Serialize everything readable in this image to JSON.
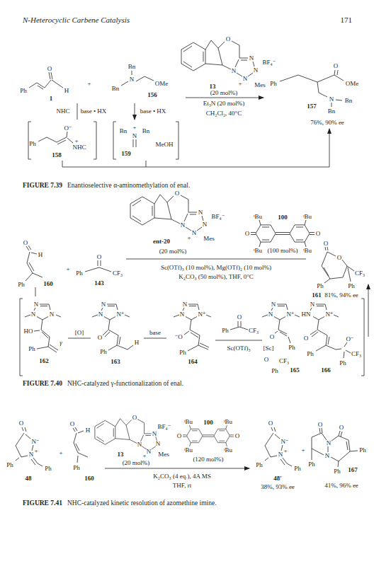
{
  "diagram": {
    "labels": [
      "N-Heterocyclic Carbene Catalysis",
      "171",
      "O",
      "Ph",
      "H",
      "1",
      "+",
      "Bn",
      "N",
      "Bn",
      "OMe",
      "156",
      "O",
      "N",
      "N",
      "N",
      "N",
      "+",
      "Mes",
      "BF₄⁻",
      "13",
      "(20 mol%)",
      "Et₃N (20 mol%)",
      "CH₂Cl₂, 40°C",
      "O",
      "Ph",
      "OMe",
      "N",
      "Bn",
      "Bn",
      "157",
      "76%, 90% ee",
      "NHC",
      "base • HX",
      "base • HX",
      "O⁻",
      "Ph",
      "NHC",
      "+",
      "158",
      "Bn",
      "+",
      "Bn",
      "N",
      "159",
      "MeOH",
      "FIGURE 7.39",
      "Enantioselective α-aminomethylation of enal.",
      "O",
      "N",
      "N",
      "N",
      "N",
      "+",
      "Mes",
      "BF₄⁻",
      "ent-20",
      "(20 mol%)",
      "ᵗBu",
      "100",
      "ᵗBu",
      "O",
      "O",
      "ᵗBu",
      "(100 mol%)",
      "ᵗBu",
      "Sc(OTf)₃ (10 mol%), Mg(OTf)₂ (10 mol%)",
      "K₂CO₃ (50 mol%), THF, 0°C",
      "O",
      "H",
      "Ph",
      "160",
      "+",
      "O",
      "Ph",
      "CF₃",
      "143",
      "O",
      "O",
      "Ph",
      "CF₃",
      "Ph",
      "161",
      "81%, 94% ee",
      "N",
      "N",
      "N",
      "HO",
      "Ph",
      "162",
      "γ",
      "[O]",
      "N",
      "N",
      "N⁺",
      "O",
      "Ph",
      "H",
      "163",
      "base",
      "N",
      "N",
      "N⁺",
      "⁻O",
      "Ph",
      "164",
      "O",
      "Ph",
      "CF₃",
      "Sc(OTf)₃",
      "N",
      "N",
      "N⁺",
      "O",
      "[Sc]",
      "Ph",
      "O",
      "CF₃",
      "Ph",
      "165",
      "HN",
      "N",
      "N⁺",
      "O",
      "Ph",
      "O⁻",
      "CF₃",
      "Ph",
      "166",
      "FIGURE 7.40",
      "NHC-catalyzed γ-functionalization of enal.",
      "O",
      "N⁻",
      "Ph",
      "N",
      "+",
      "Ph",
      "48",
      "+",
      "O",
      "H",
      "Ph",
      "160",
      "O",
      "N",
      "N",
      "N",
      "N",
      "+",
      "Mes",
      "BF₄⁻",
      "13",
      "(20 mol%)",
      "ᵗBu",
      "100",
      "ᵗBu",
      "O",
      "O",
      "ᵗBu",
      "(120 mol%)",
      "ᵗBu",
      "K₂CO₃ (4 eq.), 4A MS",
      "THF, rt",
      "O",
      "N⁻",
      "Ph",
      "N",
      "+",
      "Ph",
      "48′",
      "38%, 93% ee",
      "+",
      "O",
      "O",
      "N",
      "N",
      "Ph",
      "Ph",
      "Ph",
      "167",
      "41%, 96% ee",
      "FIGURE 7.41",
      "NHC-catalyzed kinetic resolution of azomethine imine."
    ]
  }
}
